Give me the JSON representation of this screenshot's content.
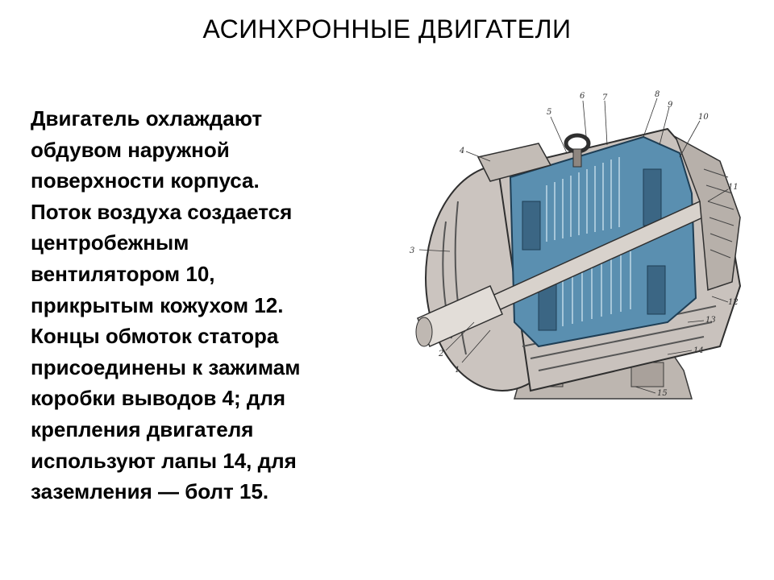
{
  "slide": {
    "title": "АСИНХРОННЫЕ ДВИГАТЕЛИ",
    "lines": [
      "Двигатель охлаждают",
      "обдувом наружной",
      "поверхности корпуса.",
      "Поток воздуха создается",
      "центробежным",
      "вентилятором 10,",
      "прикрытым кожухом 12.",
      "Концы обмоток статора",
      "присоединены к зажимам",
      "коробки выводов 4; для",
      "крепления двигателя",
      "используют лапы 14, для",
      "заземления — болт 15."
    ]
  },
  "figure": {
    "callouts": {
      "c1": "1",
      "c2": "2",
      "c3": "3",
      "c4": "4",
      "c5": "5",
      "c6": "6",
      "c7": "7",
      "c8": "8",
      "c9": "9",
      "c10": "10",
      "c11": "11",
      "c12": "12",
      "c13": "13",
      "c14": "14",
      "c15": "15"
    },
    "colors": {
      "cutaway": "#5a8fb0",
      "core": "#7fb3cc",
      "housing": "#c9c2bd",
      "shaft": "#d8d2cc"
    }
  }
}
